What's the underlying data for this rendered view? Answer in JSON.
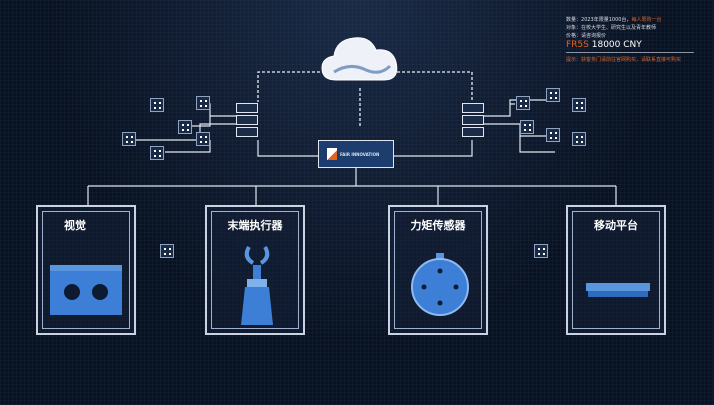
{
  "info": {
    "quantity_label": "数量：",
    "quantity": "2023年限量1000台，",
    "quantity_note": "每人限购一台",
    "audience_label": "对象：",
    "audience": "在校大学生、研究生以及青年教师",
    "price_label": "价格：",
    "price_text": "请咨询报价",
    "model": "FR5S",
    "price": "18000 CNY",
    "tip": "提示：获客务门请前往官网购买，请联系直接可购买"
  },
  "hub": {
    "logo_text": "FAIR INNOVATION"
  },
  "modules": [
    {
      "label": "视觉",
      "icon": "camera-module-icon"
    },
    {
      "label": "末端执行器",
      "icon": "gripper-icon"
    },
    {
      "label": "力矩传感器",
      "icon": "torque-sensor-icon"
    },
    {
      "label": "移动平台",
      "icon": "mobile-platform-icon"
    }
  ],
  "colors": {
    "accent": "#e0641e",
    "module_blue": "#3d7fd6"
  }
}
